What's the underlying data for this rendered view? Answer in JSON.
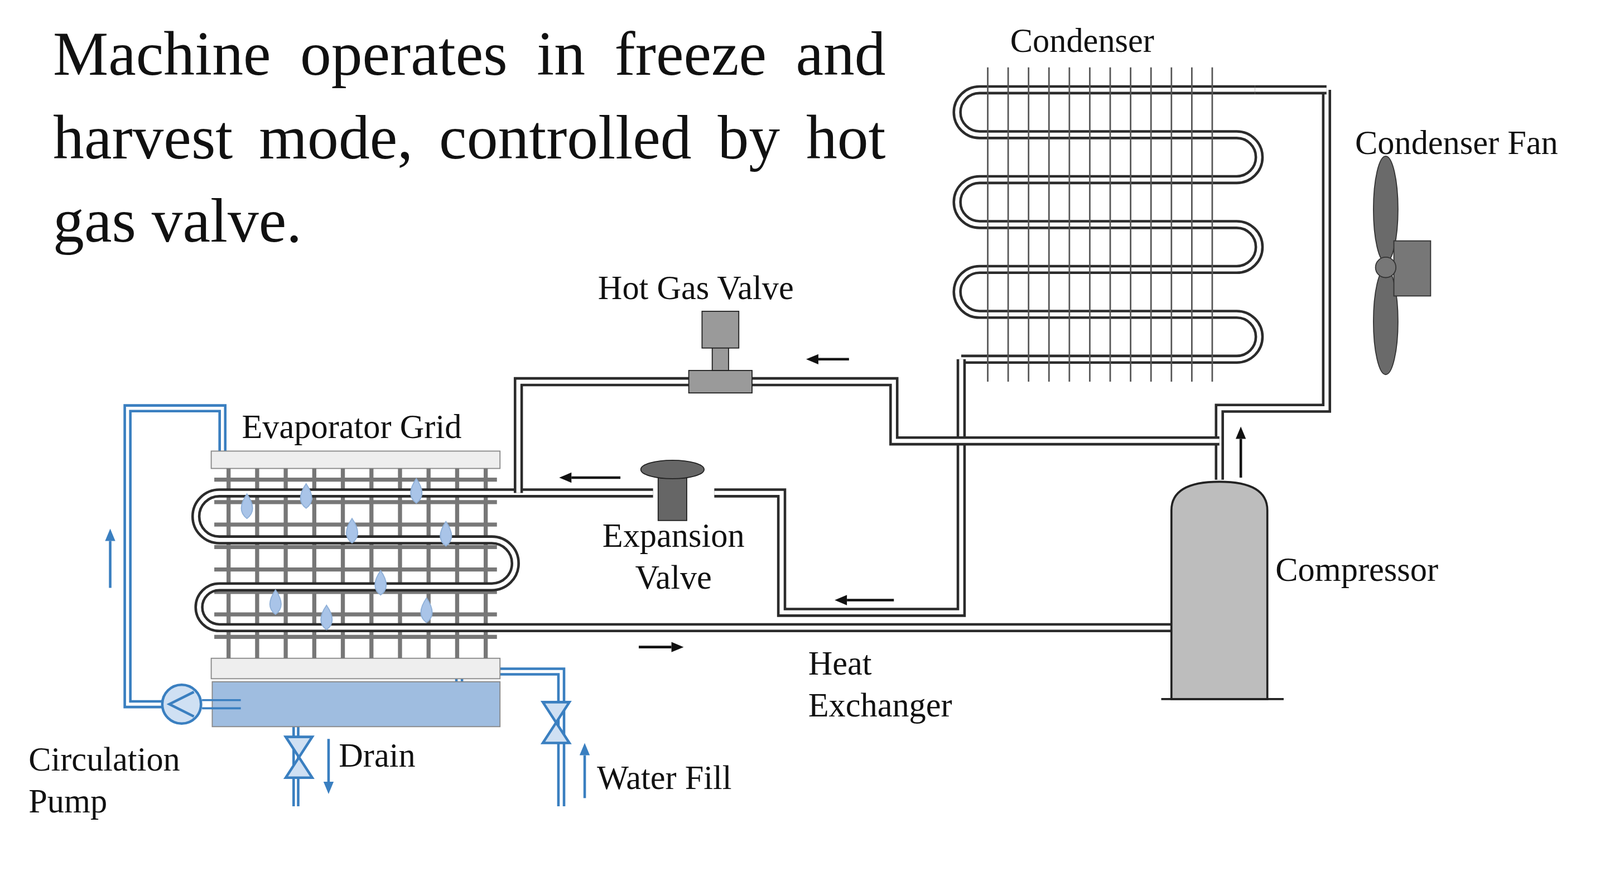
{
  "diagram": {
    "title": "Machine operates in freeze and harvest mode, controlled by hot gas valve.",
    "labels": [
      "Condenser",
      "Condenser Fan",
      "Hot Gas Valve",
      "Evaporator Grid",
      "Expansion Valve",
      "Compressor",
      "Heat Exchanger",
      "Circulation Pump",
      "Drain",
      "Water Fill"
    ]
  }
}
